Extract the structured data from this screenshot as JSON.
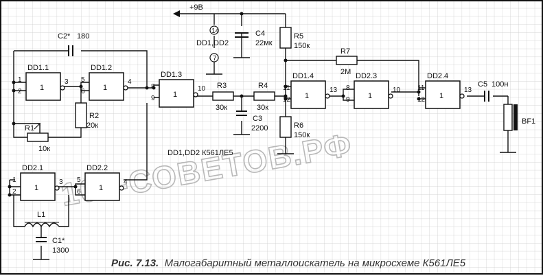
{
  "supply": {
    "label": "+9В"
  },
  "power_pins": {
    "vdd_pin": "14",
    "vss_pin": "7",
    "chips": "DD1,DD2"
  },
  "chips_note": "DD1,DD2 К561ЛЕ5",
  "gates": [
    {
      "id": "g11",
      "name": "DD1.1",
      "symbol": "1",
      "in1": "1",
      "in2": "2",
      "out": "3"
    },
    {
      "id": "g12",
      "name": "DD1.2",
      "symbol": "1",
      "in1": "5",
      "in2": "6",
      "out": "4"
    },
    {
      "id": "g13",
      "name": "DD1.3",
      "symbol": "1",
      "in1": "8",
      "in2": "9",
      "out": "10"
    },
    {
      "id": "g14",
      "name": "DD1.4",
      "symbol": "1",
      "in1": "11",
      "in2": "12",
      "out": "13"
    },
    {
      "id": "g23",
      "name": "DD2.3",
      "symbol": "1",
      "in1": "8",
      "in2": "9",
      "out": "10"
    },
    {
      "id": "g24",
      "name": "DD2.4",
      "symbol": "1",
      "in1": "11",
      "in2": "12",
      "out": "13"
    },
    {
      "id": "g21",
      "name": "DD2.1",
      "symbol": "1",
      "in1": "1",
      "in2": "2",
      "out": "3"
    },
    {
      "id": "g22",
      "name": "DD2.2",
      "symbol": "1",
      "in1": "5",
      "in2": "6",
      "out": "4"
    }
  ],
  "components": {
    "c2": {
      "name": "C2*",
      "value": "180"
    },
    "r1": {
      "name": "R1",
      "value": "10к"
    },
    "r2": {
      "name": "R2",
      "value": "20к"
    },
    "r3": {
      "name": "R3",
      "value": "30к"
    },
    "r4": {
      "name": "R4",
      "value": "30к"
    },
    "c3": {
      "name": "C3",
      "value": "2200"
    },
    "c4": {
      "name": "C4",
      "value": "22мк"
    },
    "r5": {
      "name": "R5",
      "value": "150к"
    },
    "r6": {
      "name": "R6",
      "value": "150к"
    },
    "r7": {
      "name": "R7",
      "value": "2М"
    },
    "c5": {
      "name": "C5",
      "value": "100н"
    },
    "bf1": {
      "name": "BF1"
    },
    "l1": {
      "name": "L1"
    },
    "c1": {
      "name": "C1*",
      "value": "1300"
    }
  },
  "watermark": "100-СОВЕТОВ.РФ",
  "caption": {
    "prefix": "Рис. 7.13.",
    "text": "Малогабаритный металлоискатель на микросхеме К561ЛЕ5"
  },
  "colors": {
    "grid": "#c9c9c9",
    "wire": "#111111",
    "watermark": "#b8b8b8"
  }
}
